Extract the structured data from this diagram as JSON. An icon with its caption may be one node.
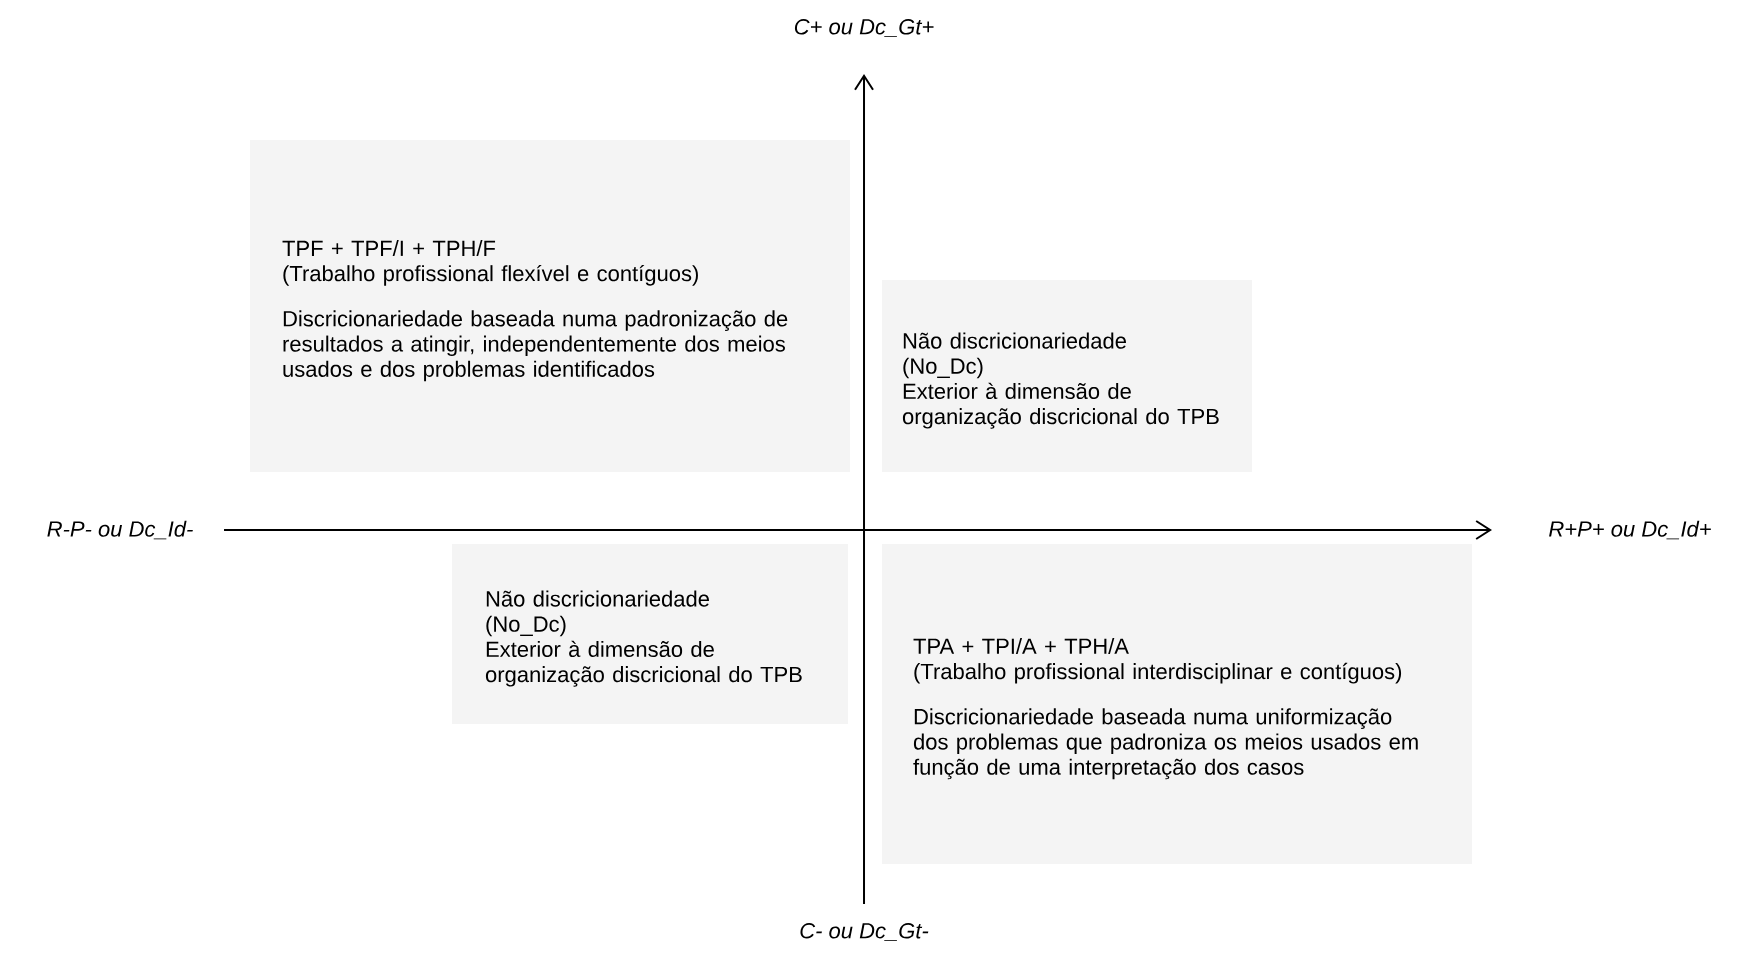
{
  "diagram": {
    "nodes": [
      {
        "text": [
          "TPF + TPF/I + TPH/F",
          "(Trabalho profissional flexível e contíguos)",
          "Discricionariedade baseada numa padronização de resultados a atingir, independentemente dos meios usados e dos problemas identificados"
        ]
      },
      {
        "text": [
          "Não discricionariedade",
          "(No_Dc)",
          "Exterior à dimensão de organização discricional do TPB"
        ]
      },
      {
        "text": [
          "Não discricionariedade",
          "(No_Dc)",
          "Exterior à dimensão de organização discricional do TPB"
        ]
      },
      {
        "text": [
          "TPA + TPI/A + TPH/A",
          "(Trabalho profissional interdisciplinar e contíguos)",
          "Discricionariedade baseada numa uniformização dos problemas que padroniza os meios usados em função de uma interpretação dos casos"
        ]
      }
    ],
    "labels": [
      "C+ ou Dc_Gt+",
      "R-P- ou Dc_Id-",
      "R+P+ ou Dc_Id+",
      "C- ou Dc_Gt-"
    ]
  }
}
